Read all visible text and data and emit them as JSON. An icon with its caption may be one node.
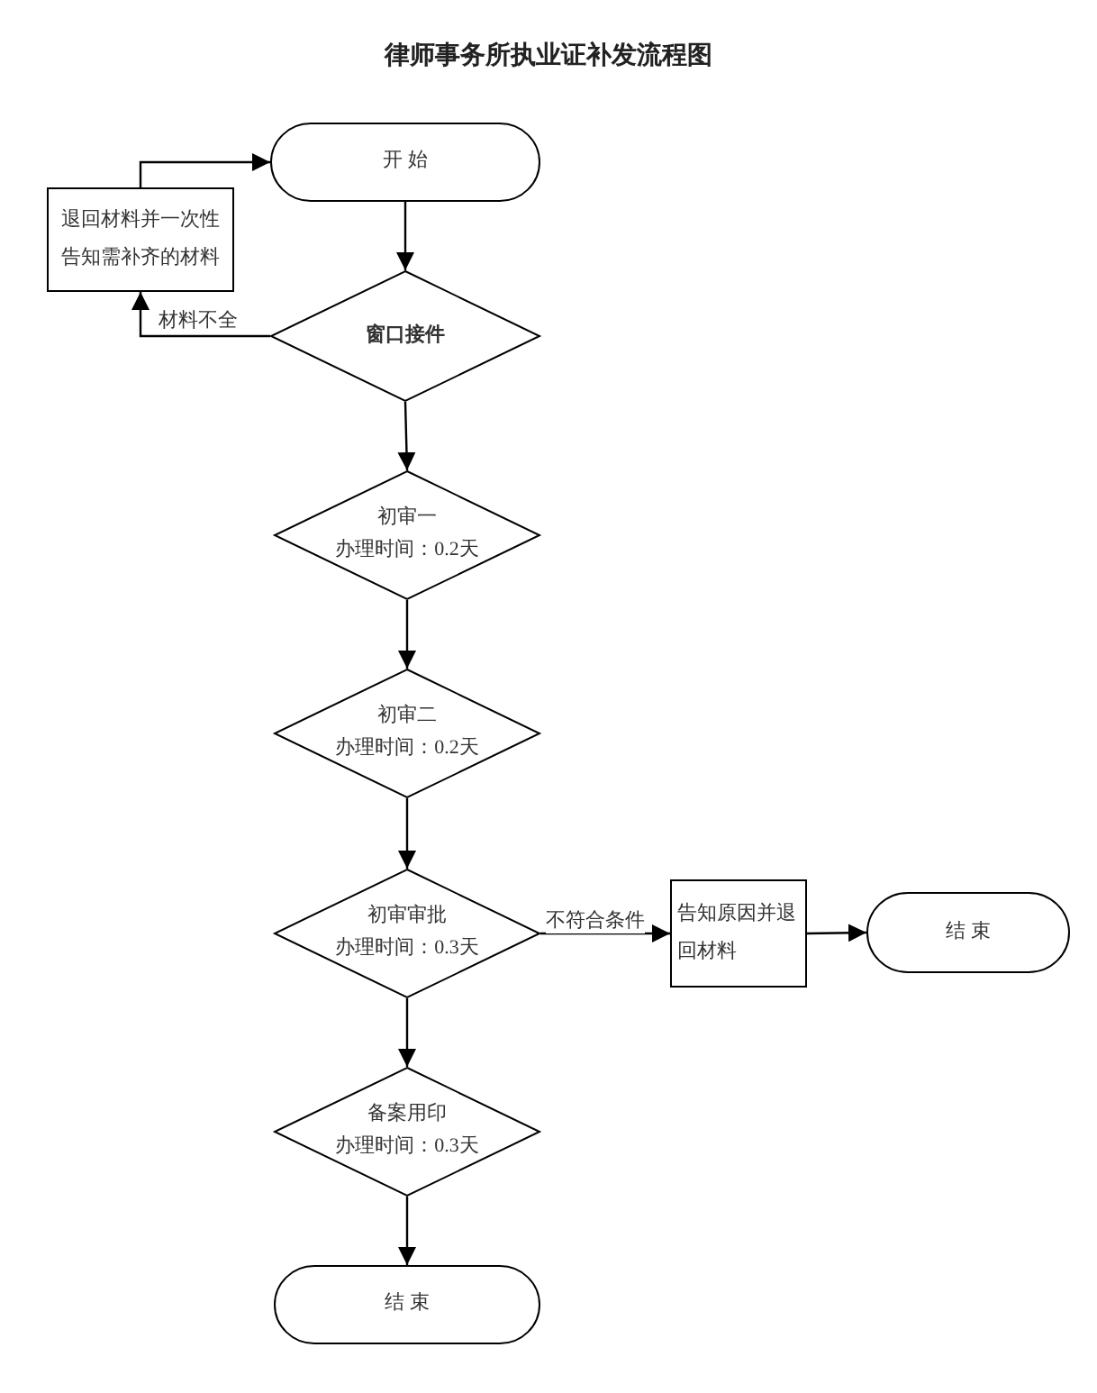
{
  "diagram": {
    "title": "律师事务所执业证补发流程图",
    "nodes": [
      {
        "text": [
          "开 始"
        ]
      },
      {
        "text": [
          "退回材料并一次性告知需补齐的材料"
        ]
      },
      {
        "text": [
          "窗口接件"
        ]
      },
      {
        "text": [
          "初审一",
          "办理时间：0.2天"
        ]
      },
      {
        "text": [
          "初审二",
          "办理时间：0.2天"
        ]
      },
      {
        "text": [
          "初审审批",
          "办理时间：0.3天"
        ]
      },
      {
        "text": [
          "告知原因并退回材料"
        ]
      },
      {
        "text": [
          "结 束"
        ]
      },
      {
        "text": [
          "备案用印",
          "办理时间：0.3天"
        ]
      },
      {
        "text": [
          "结 束"
        ]
      }
    ],
    "edges": [
      {
        "from": 1,
        "to": 0,
        "arrow": "to"
      },
      {
        "from": 2,
        "to": 1,
        "arrow": "to",
        "label": "材料不全"
      },
      {
        "from": 0,
        "to": 2,
        "arrow": "to"
      },
      {
        "from": 2,
        "to": 3,
        "arrow": "to"
      },
      {
        "from": 3,
        "to": 4,
        "arrow": "to"
      },
      {
        "from": 4,
        "to": 5,
        "arrow": "to"
      },
      {
        "from": 5,
        "to": 6,
        "arrow": "to",
        "label": "不符合条件"
      },
      {
        "from": 6,
        "to": 7,
        "arrow": "to"
      },
      {
        "from": 5,
        "to": 8,
        "arrow": "to"
      },
      {
        "from": 8,
        "to": 9,
        "arrow": "to"
      }
    ]
  }
}
